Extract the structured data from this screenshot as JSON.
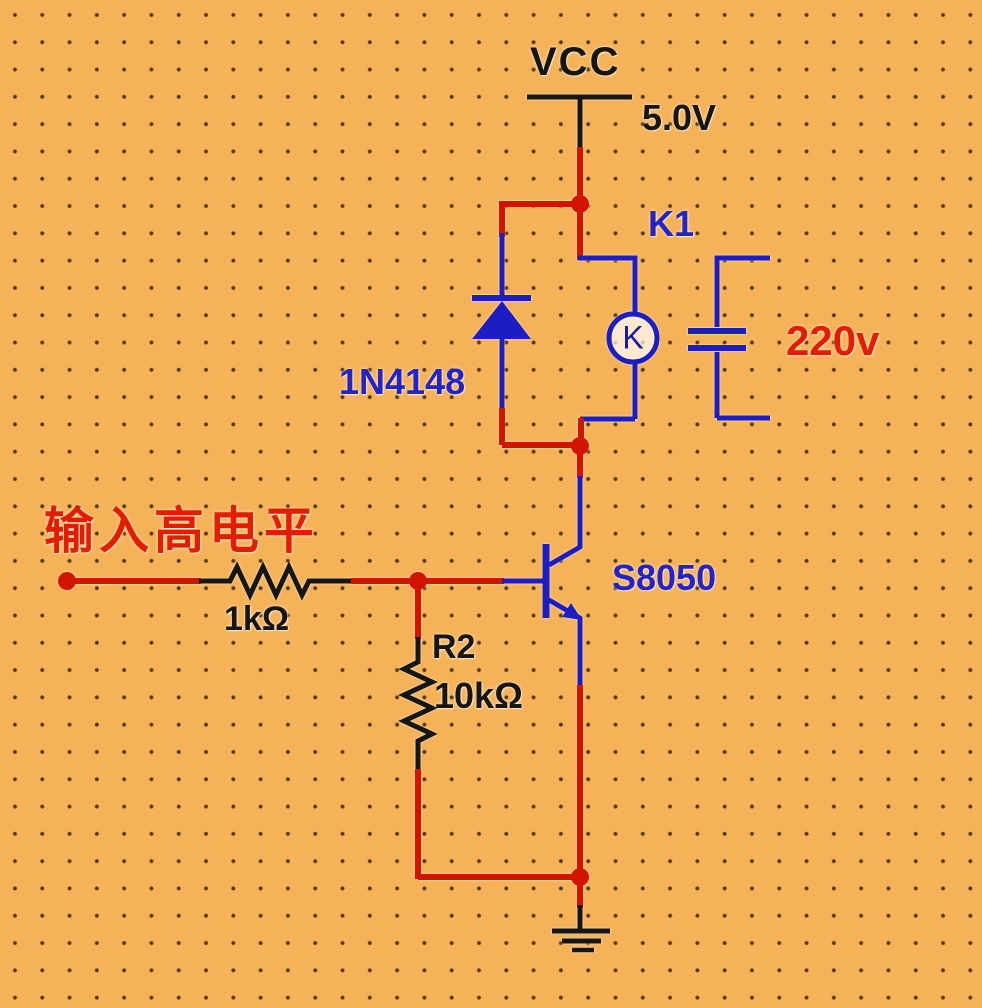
{
  "diagram": {
    "type": "circuit-schematic",
    "background_color": "#F5B258",
    "grid_dot_color": "#4a3512",
    "colors": {
      "wire_red": "#d41300",
      "wire_black": "#161616",
      "component_blue": "#1d1dc4",
      "label_blue": "#2323c8",
      "label_red": "#e41c00",
      "label_black": "#161616"
    },
    "labels": {
      "vcc": "VCC",
      "supply_voltage": "5.0V",
      "relay_name": "K1",
      "relay_coil_letter": "K",
      "diode_part": "1N4148",
      "contact_voltage": "220v",
      "transistor_part": "S8050",
      "input_text": "输入高电平",
      "r1_value": "1kΩ",
      "r2_name": "R2",
      "r2_value": "10kΩ"
    },
    "components": [
      {
        "label": "VCC 5.0V",
        "role": "power-rail"
      },
      {
        "label": "1N4148",
        "role": "flyback-diode"
      },
      {
        "label": "K1",
        "role": "relay-coil"
      },
      {
        "label": "220v",
        "role": "relay-contact"
      },
      {
        "label": "S8050",
        "role": "npn-transistor"
      },
      {
        "label": "1kΩ",
        "role": "base-series-resistor"
      },
      {
        "label": "R2 10kΩ",
        "role": "base-pulldown-resistor"
      },
      {
        "label": "输入高电平",
        "role": "input-signal"
      }
    ]
  }
}
